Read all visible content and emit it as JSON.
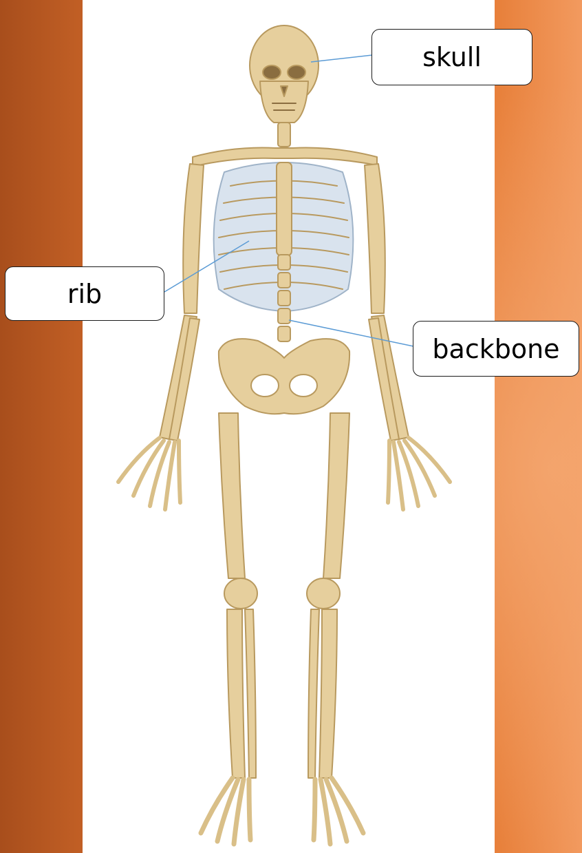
{
  "labels": {
    "skull": "skull",
    "rib": "rib",
    "backbone": "backbone"
  },
  "colors": {
    "background_dark": "#b65a22",
    "background_light": "#f0955a",
    "bone": "#e6cf9d",
    "bone_outline": "#b8995e",
    "ribcage_shadow": "#c9d6e4",
    "leader_line": "#5b9bd5",
    "panel": "#ffffff"
  }
}
